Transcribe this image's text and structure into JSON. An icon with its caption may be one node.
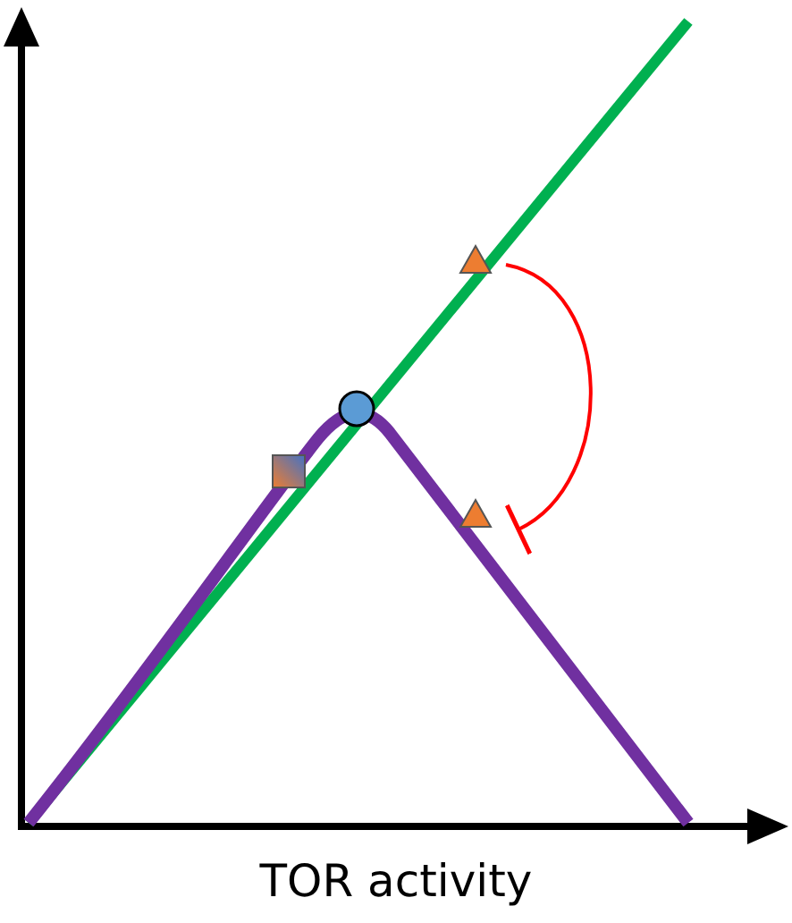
{
  "diagram": {
    "nodes": [
      {
        "text": [],
        "shape": "box"
      },
      {
        "text": [],
        "shape": "circle"
      },
      {
        "text": [],
        "shape": "triangle"
      },
      {
        "text": [],
        "shape": "triangle"
      }
    ],
    "edges": [
      {
        "from": 2,
        "to": 3,
        "arrow": "other",
        "color": "#ff0000"
      }
    ],
    "labels": [
      "TOR activity"
    ]
  }
}
